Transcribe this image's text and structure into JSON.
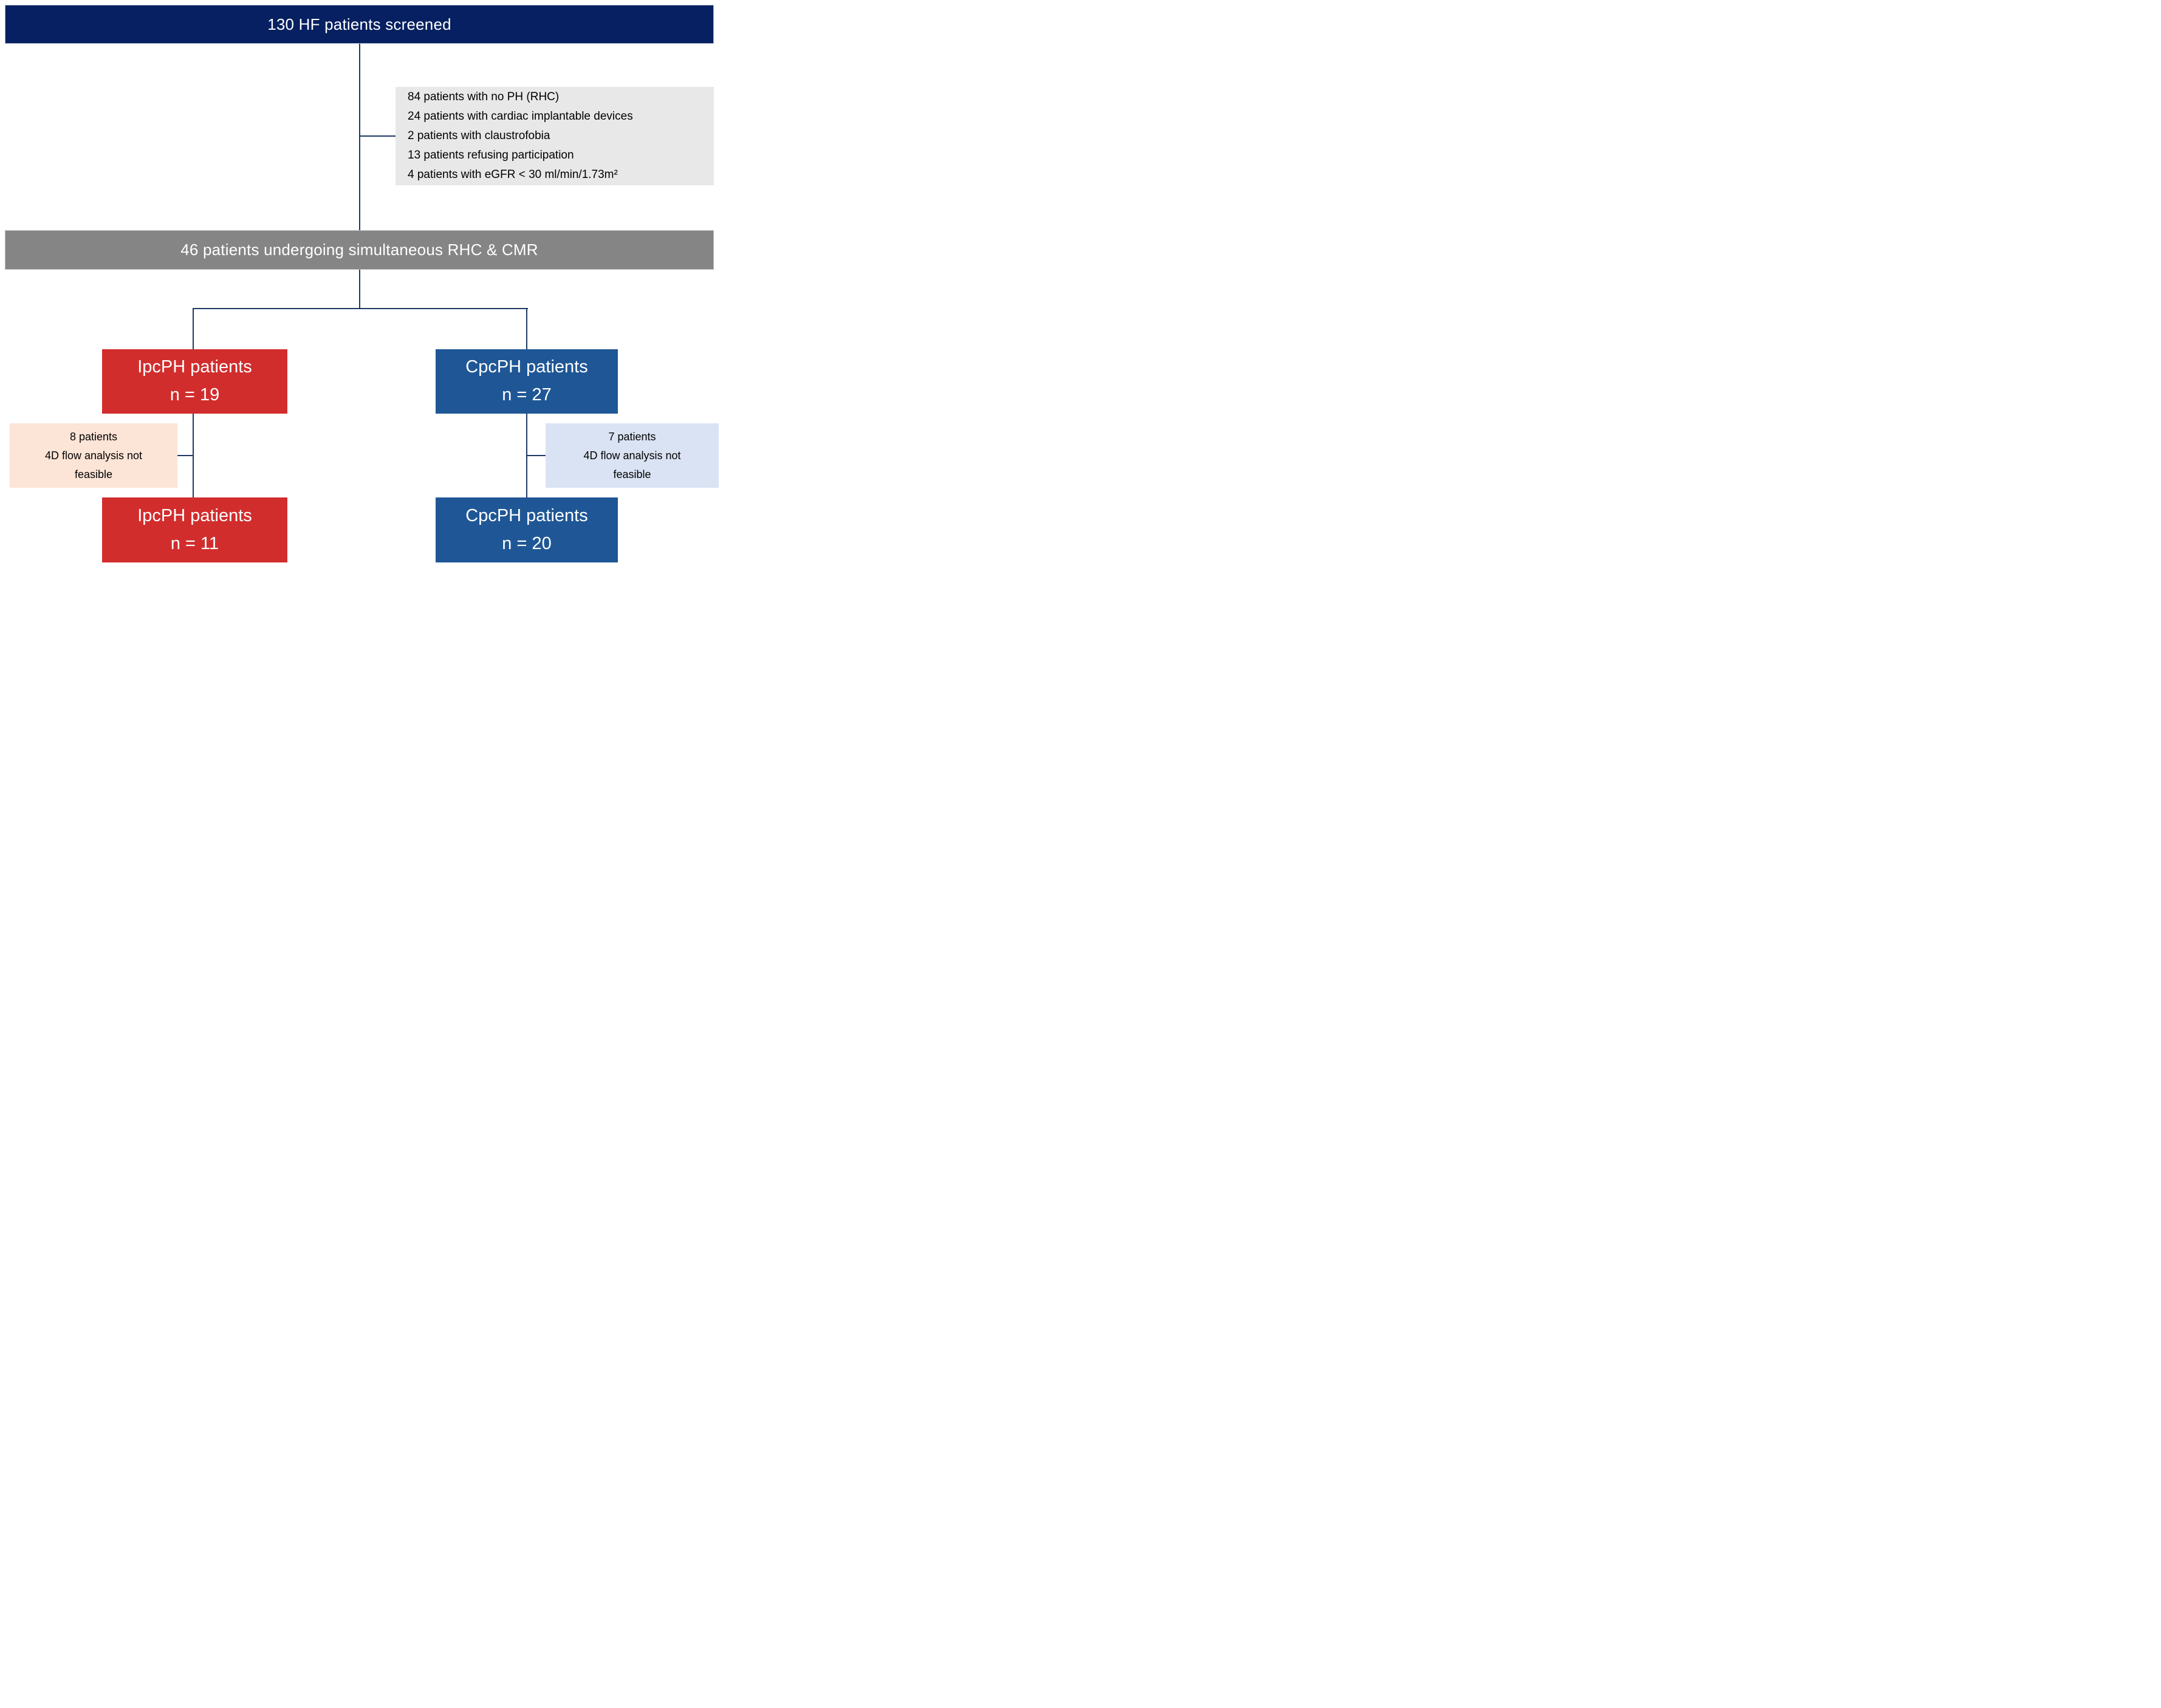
{
  "diagram": {
    "screened_banner": {
      "label": "130 HF patients screened"
    },
    "exclusion_box": {
      "items": [
        "84 patients with no PH (RHC)",
        "24 patients with cardiac implantable devices",
        "2 patients with claustrofobia",
        "13 patients refusing participation",
        "4 patients with eGFR < 30 ml/min/1.73m²"
      ]
    },
    "cohort_banner": {
      "label": "46 patients undergoing simultaneous RHC & CMR"
    },
    "left_branch": {
      "group_box": {
        "lines": [
          "IpcPH patients",
          "n = 19"
        ]
      },
      "dropout_box": {
        "lines": [
          "8 patients",
          "4D flow analysis not",
          "feasible"
        ]
      },
      "final_box": {
        "lines": [
          "IpcPH patients",
          "n = 11"
        ]
      }
    },
    "right_branch": {
      "group_box": {
        "lines": [
          "CpcPH patients",
          "n = 27"
        ]
      },
      "dropout_box": {
        "lines": [
          "7 patients",
          "4D flow analysis not",
          "feasible"
        ]
      },
      "final_box": {
        "lines": [
          "CpcPH patients",
          "n = 20"
        ]
      }
    },
    "colors": {
      "screened_banner_bg": "#062061",
      "cohort_banner_bg": "#858585",
      "exclusion_bg": "#e8e8e8",
      "ipcph_red": "#d22d2d",
      "cpcph_blue": "#1f5796",
      "dropout_left_bg": "#fce4d6",
      "dropout_right_bg": "#dae3f3",
      "connector_line": "#1f3864",
      "banner_text": "#ffffff",
      "body_text": "#000000"
    }
  }
}
